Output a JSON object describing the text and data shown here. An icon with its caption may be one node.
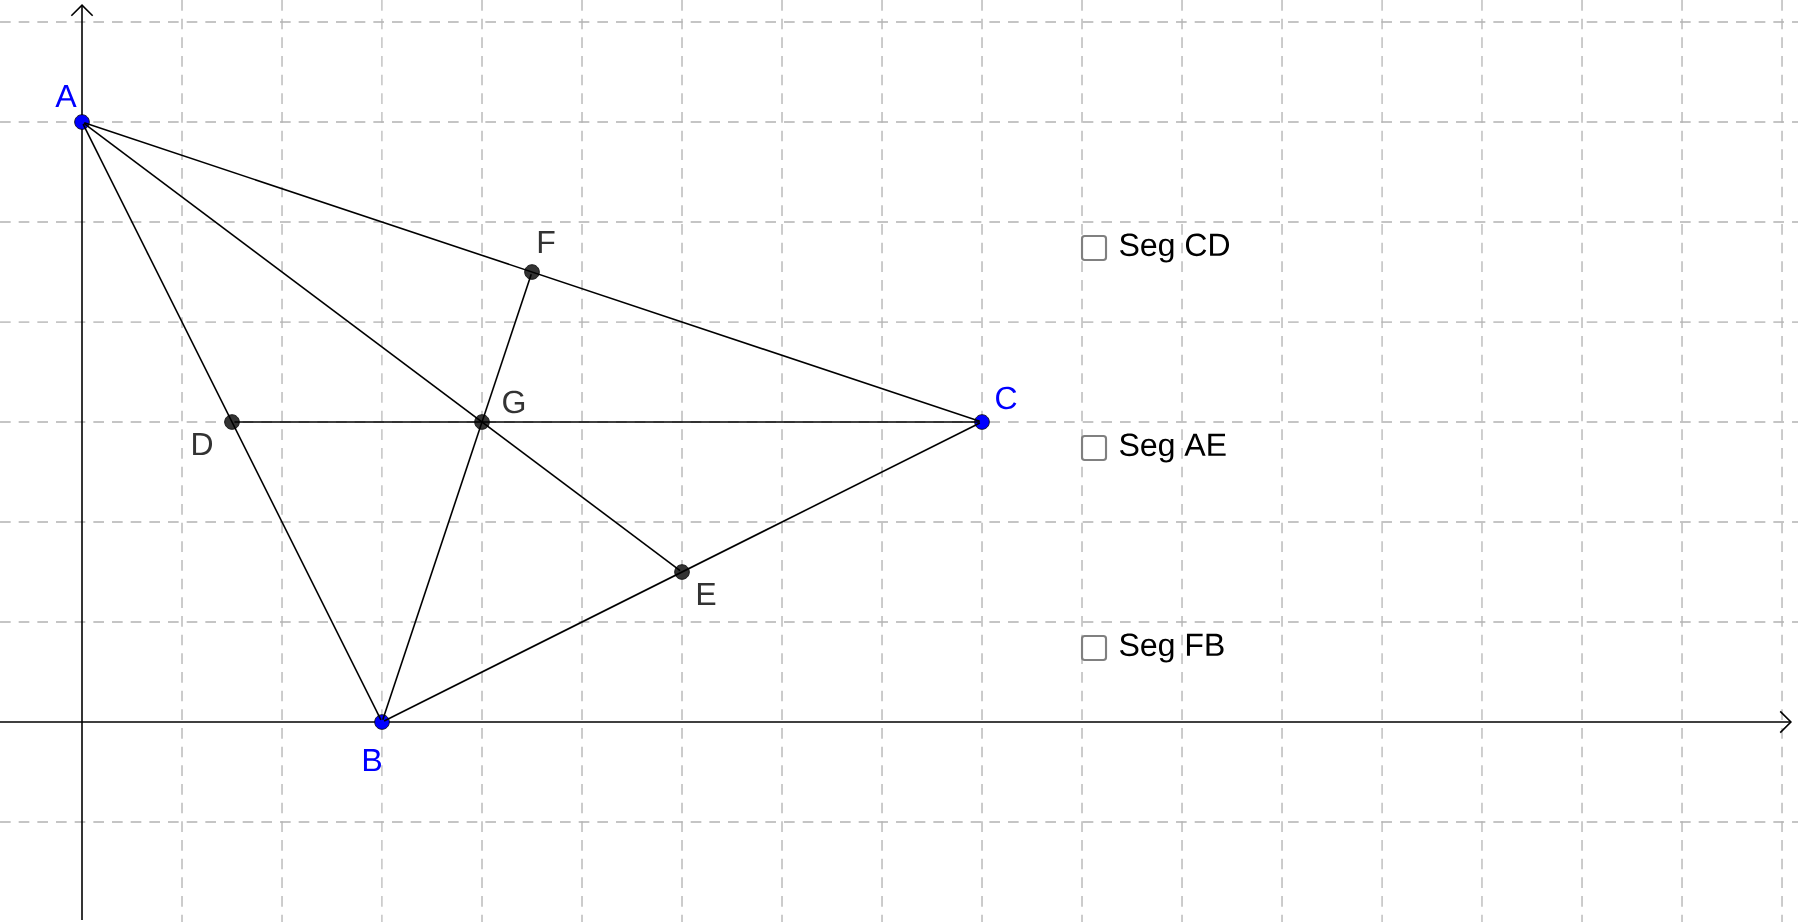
{
  "diagram": {
    "nodes": [
      {
        "text": [],
        "shape": "circle",
        "beside": [
          "A"
        ]
      },
      {
        "text": [],
        "shape": "circle",
        "beside": [
          "B"
        ]
      },
      {
        "text": [],
        "shape": "circle",
        "beside": [
          "C"
        ]
      },
      {
        "text": [],
        "shape": "circle",
        "beside": [
          "D"
        ]
      },
      {
        "text": [],
        "shape": "circle",
        "beside": [
          "E"
        ]
      },
      {
        "text": [],
        "shape": "circle",
        "beside": [
          "F"
        ]
      },
      {
        "text": [],
        "shape": "circle",
        "beside": [
          "G"
        ]
      }
    ],
    "edges": [
      {
        "from": 0,
        "to": 1,
        "arrow": "none"
      },
      {
        "from": 1,
        "to": 2,
        "arrow": "none"
      },
      {
        "from": 2,
        "to": 0,
        "arrow": "none"
      },
      {
        "from": 0,
        "to": 4,
        "arrow": "none"
      },
      {
        "from": 2,
        "to": 3,
        "arrow": "none"
      },
      {
        "from": 1,
        "to": 5,
        "arrow": "none"
      }
    ],
    "labels": [
      "Seg CD",
      "Seg AE",
      "Seg FB"
    ]
  }
}
